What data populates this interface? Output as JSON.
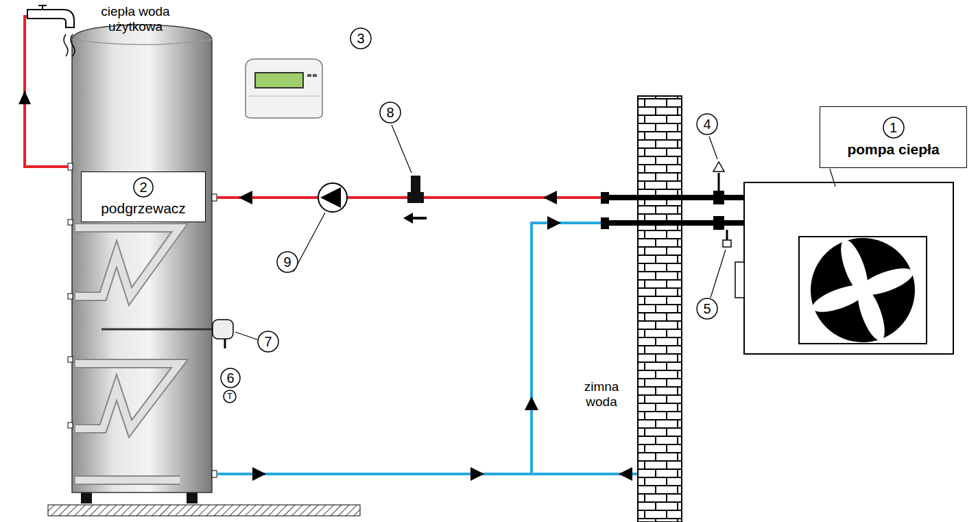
{
  "diagram": {
    "nodes": [
      {
        "text": [
          "3"
        ]
      },
      {
        "text": [
          "8"
        ]
      },
      {
        "text": [
          "4"
        ]
      },
      {
        "text": [
          "pompa ciepła"
        ]
      },
      {
        "text": [
          "1"
        ],
        "in": 3
      },
      {
        "text": [
          "podgrzewacz"
        ]
      },
      {
        "text": [
          "2"
        ],
        "in": 5
      },
      {
        "text": [
          "9"
        ]
      },
      {
        "text": [
          "5"
        ]
      },
      {
        "text": [
          "7"
        ]
      },
      {
        "text": [
          "6"
        ]
      },
      {
        "text": [
          "T"
        ]
      }
    ],
    "labels": [
      "ciepła woda użytkowa",
      "zimna woda"
    ]
  }
}
